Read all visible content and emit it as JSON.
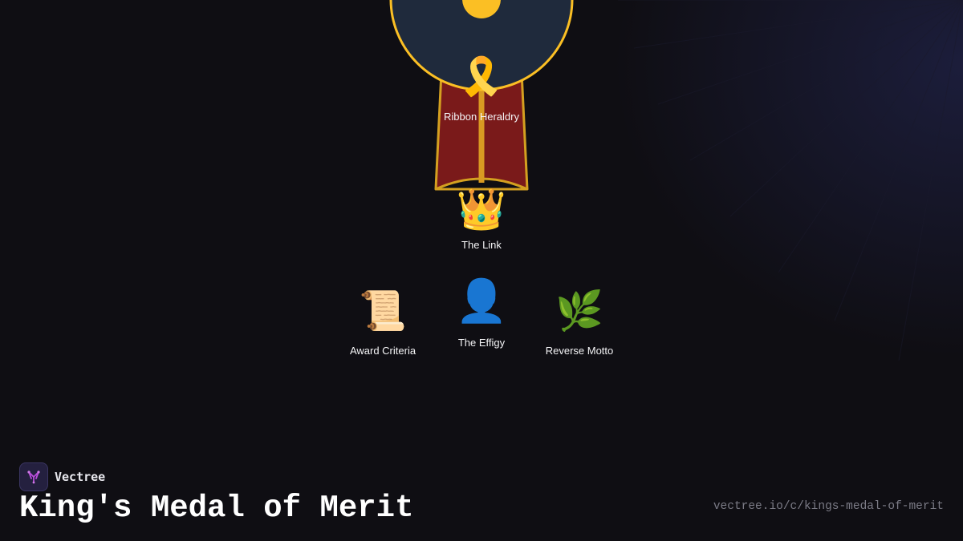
{
  "brand": {
    "name": "Vectree",
    "logo_icon": "vectree-branch-icon",
    "logo_color": "#b84dd9"
  },
  "page": {
    "title": "King's Medal of Merit",
    "url": "vectree.io/c/kings-medal-of-merit"
  },
  "colors": {
    "background": "#0f0e13",
    "medal_disc": "#1f2a3c",
    "gold": "#fbbf24",
    "ribbon_red": "#7a1a1a",
    "ribbon_stripe": "#d4a020"
  },
  "nodes": {
    "ribbon_heraldry": {
      "label": "Ribbon Heraldry",
      "icon": "ribbon-icon",
      "glyph": "🎗️"
    },
    "the_link": {
      "label": "The Link",
      "icon": "crown-icon",
      "glyph": "👑"
    },
    "award_criteria": {
      "label": "Award Criteria",
      "icon": "scroll-icon",
      "glyph": "📜"
    },
    "the_effigy": {
      "label": "The Effigy",
      "icon": "bust-silhouette-icon",
      "glyph": "👤"
    },
    "reverse_motto": {
      "label": "Reverse Motto",
      "icon": "herb-icon",
      "glyph": "🌿"
    }
  }
}
